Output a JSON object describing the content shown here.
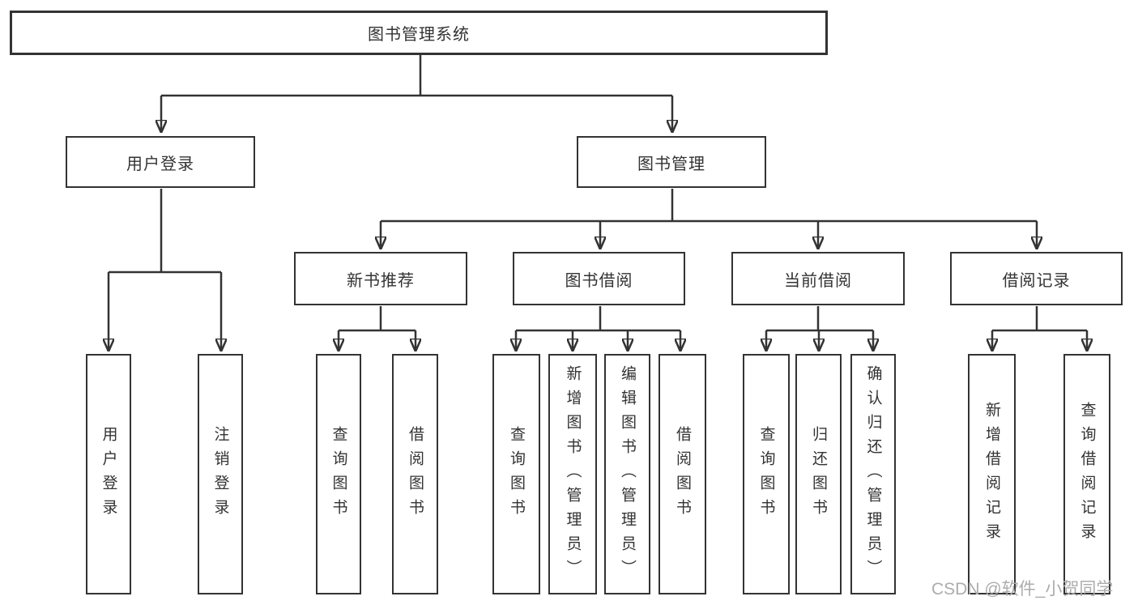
{
  "diagram_type": "functional-structure-tree",
  "tree": {
    "label": "图书管理系统",
    "children": [
      {
        "label": "用户登录",
        "children": [
          {
            "label": "用户登录"
          },
          {
            "label": "注销登录"
          }
        ]
      },
      {
        "label": "图书管理",
        "children": [
          {
            "label": "新书推荐",
            "children": [
              {
                "label": "查询图书"
              },
              {
                "label": "借阅图书"
              }
            ]
          },
          {
            "label": "图书借阅",
            "children": [
              {
                "label": "查询图书"
              },
              {
                "label": "新增图书（管理员）"
              },
              {
                "label": "编辑图书（管理员）"
              },
              {
                "label": "借阅图书"
              }
            ]
          },
          {
            "label": "当前借阅",
            "children": [
              {
                "label": "查询图书"
              },
              {
                "label": "归还图书"
              },
              {
                "label": "确认归还（管理员）"
              }
            ]
          },
          {
            "label": "借阅记录",
            "children": [
              {
                "label": "新增借阅记录"
              },
              {
                "label": "查询借阅记录"
              }
            ]
          }
        ]
      }
    ]
  },
  "watermark": {
    "text": "CSDN @软件_小贺同学"
  },
  "colors": {
    "line": "#333333",
    "text": "#333333",
    "background": "#ffffff",
    "watermark": "#acacac"
  }
}
